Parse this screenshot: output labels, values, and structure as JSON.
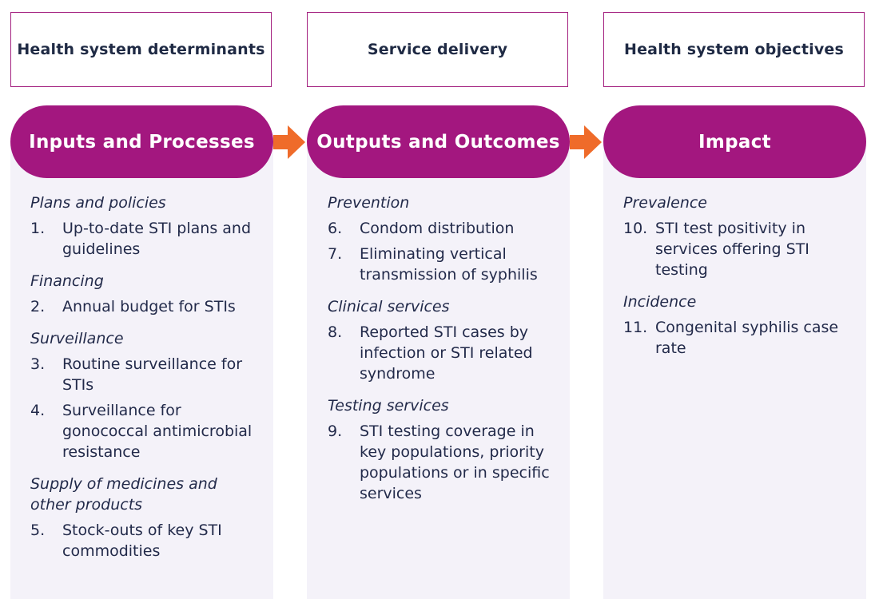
{
  "colors": {
    "accent": "#a3177f",
    "arrow": "#ef6b2a",
    "panel": "#f4f2f9",
    "text": "#222a4a"
  },
  "columns": [
    {
      "header": "Health system determinants",
      "title": "Inputs and Processes",
      "groups": [
        {
          "category": "Plans and policies",
          "items": [
            {
              "num": "1.",
              "text": "Up-to-date STI plans and guidelines"
            }
          ]
        },
        {
          "category": "Financing",
          "items": [
            {
              "num": "2.",
              "text": "Annual budget for STIs"
            }
          ]
        },
        {
          "category": "Surveillance",
          "items": [
            {
              "num": "3.",
              "text": "Routine surveillance for STIs"
            },
            {
              "num": "4.",
              "text": "Surveillance for gonococcal antimicrobial resistance"
            }
          ]
        },
        {
          "category": "Supply of medicines and other products",
          "items": [
            {
              "num": "5.",
              "text": "Stock-outs of key STI commodities"
            }
          ]
        }
      ]
    },
    {
      "header": "Service delivery",
      "title": "Outputs and Outcomes",
      "groups": [
        {
          "category": "Prevention",
          "items": [
            {
              "num": "6.",
              "text": "Condom distribution"
            },
            {
              "num": "7.",
              "text": "Eliminating vertical transmission of syphilis"
            }
          ]
        },
        {
          "category": "Clinical services",
          "items": [
            {
              "num": "8.",
              "text": "Reported STI cases by infection or STI related syndrome"
            }
          ]
        },
        {
          "category": "Testing services",
          "items": [
            {
              "num": "9.",
              "text": "STI testing coverage in key populations, priority populations or in specific services"
            }
          ]
        }
      ]
    },
    {
      "header": "Health system objectives",
      "title": "Impact",
      "groups": [
        {
          "category": "Prevalence",
          "items": [
            {
              "num": "10.",
              "text": "STI test positivity in services offering STI testing"
            }
          ]
        },
        {
          "category": "Incidence",
          "items": [
            {
              "num": "11.",
              "text": "Congenital syphilis case rate"
            }
          ]
        }
      ]
    }
  ]
}
